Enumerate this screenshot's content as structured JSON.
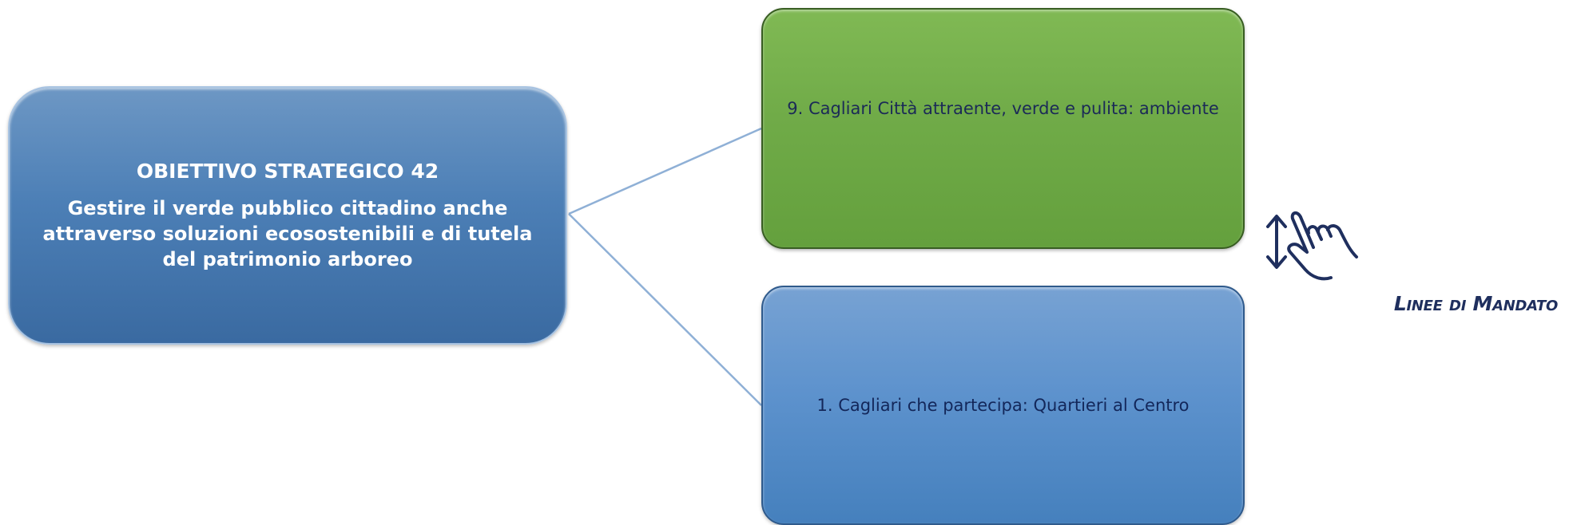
{
  "objective": {
    "title": "OBIETTIVO STRATEGICO 42",
    "description": "Gestire il verde pubblico cittadino anche attraverso soluzioni ecosostenibili e di tutela del patrimonio arboreo"
  },
  "linked_items": [
    {
      "label": "9. Cagliari Città attraente, verde e pulita: ambiente",
      "color": "#70ab48"
    },
    {
      "label": "1. Cagliari che partecipa: Quartieri al Centro",
      "color": "#5d92cd"
    }
  ],
  "caption": "Linee di Mandato",
  "icons": {
    "swipe": "swipe-vertical-hand-icon"
  },
  "colors": {
    "main_box": "#4c7fb6",
    "connector": "#8fb0d6",
    "caption": "#1f2f5e"
  }
}
